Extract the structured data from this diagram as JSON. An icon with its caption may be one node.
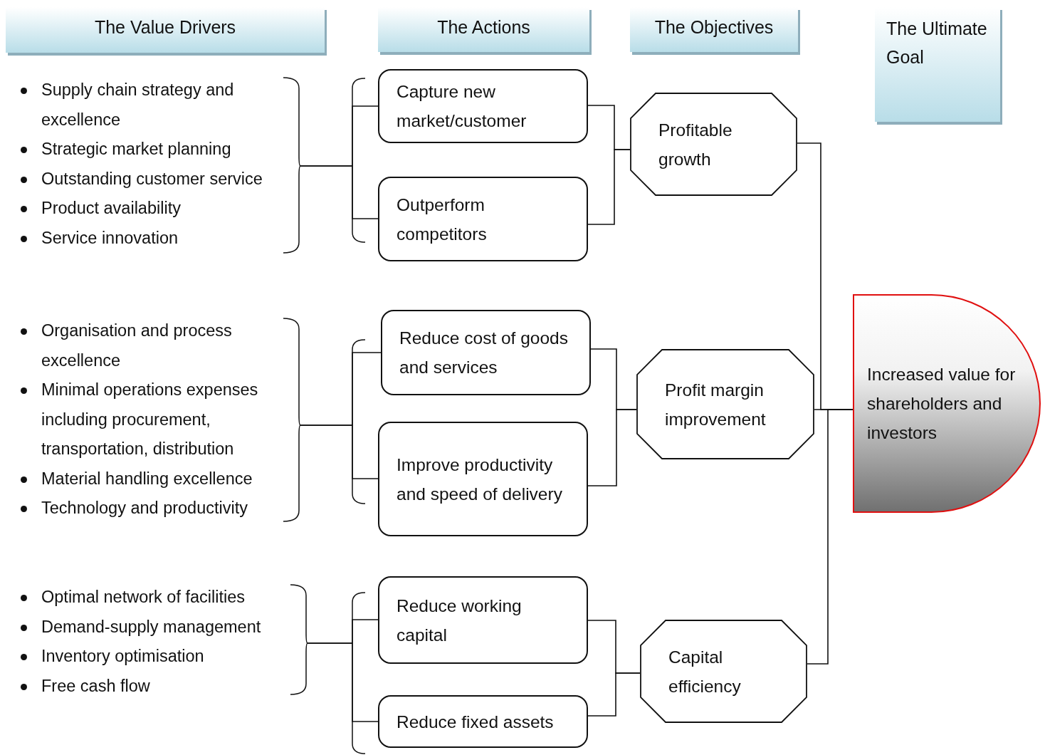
{
  "diagram": {
    "nodes": [
      {
        "text": [
          "The Value Drivers"
        ]
      },
      {
        "text": [
          "The Actions"
        ]
      },
      {
        "text": [
          "The Objectives"
        ]
      },
      {
        "text": [
          "The Ultimate Goal"
        ]
      },
      {
        "text": [
          "Supply chain strategy and excellence",
          "Strategic market planning",
          "Outstanding customer service",
          "Product availability",
          "Service innovation"
        ]
      },
      {
        "text": [
          "Organisation and process excellence",
          "Minimal operations expenses including procurement, transportation, distribution",
          "Material handling excellence",
          "Technology and productivity"
        ]
      },
      {
        "text": [
          "Optimal network of facilities",
          "Demand-supply management",
          "Inventory optimisation",
          "Free cash flow"
        ]
      },
      {
        "text": [
          "Capture new market/customer"
        ]
      },
      {
        "text": [
          "Outperform competitors"
        ]
      },
      {
        "text": [
          "Reduce cost of goods and services"
        ]
      },
      {
        "text": [
          "Improve productivity and speed of delivery"
        ]
      },
      {
        "text": [
          "Reduce working capital"
        ]
      },
      {
        "text": [
          "Reduce fixed assets"
        ]
      },
      {
        "text": [
          "Profitable growth"
        ]
      },
      {
        "text": [
          "Profit margin improvement"
        ]
      },
      {
        "text": [
          "Capital efficiency"
        ]
      },
      {
        "text": [
          "Increased value for shareholders and investors"
        ]
      }
    ],
    "edges": [
      {
        "from": 4,
        "to": 7,
        "arrow": "none"
      },
      {
        "from": 4,
        "to": 8,
        "arrow": "none"
      },
      {
        "from": 5,
        "to": 9,
        "arrow": "none"
      },
      {
        "from": 5,
        "to": 10,
        "arrow": "none"
      },
      {
        "from": 6,
        "to": 11,
        "arrow": "none"
      },
      {
        "from": 6,
        "to": 12,
        "arrow": "none"
      },
      {
        "from": 7,
        "to": 13,
        "arrow": "none"
      },
      {
        "from": 8,
        "to": 13,
        "arrow": "none"
      },
      {
        "from": 9,
        "to": 14,
        "arrow": "none"
      },
      {
        "from": 10,
        "to": 14,
        "arrow": "none"
      },
      {
        "from": 11,
        "to": 15,
        "arrow": "none"
      },
      {
        "from": 12,
        "to": 15,
        "arrow": "none"
      },
      {
        "from": 13,
        "to": 16,
        "arrow": "none"
      },
      {
        "from": 14,
        "to": 16,
        "arrow": "none"
      },
      {
        "from": 15,
        "to": 16,
        "arrow": "none"
      }
    ]
  }
}
